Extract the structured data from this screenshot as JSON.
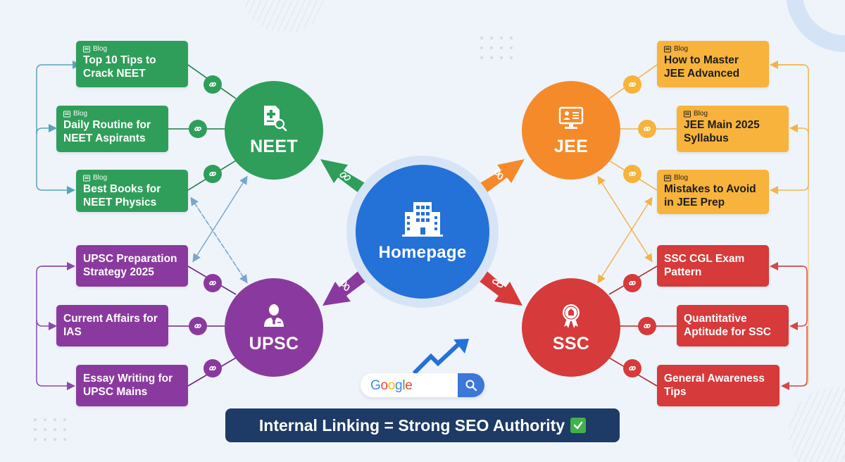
{
  "center": {
    "label": "Homepage",
    "icon": "building-icon",
    "color": "#2471d8"
  },
  "hubs": [
    {
      "key": "neet",
      "label": "NEET",
      "icon": "medical-document-search-icon",
      "color": "#2f9e5a"
    },
    {
      "key": "jee",
      "label": "JEE",
      "icon": "monitor-profile-icon",
      "color": "#f58a2a"
    },
    {
      "key": "upsc",
      "label": "UPSC",
      "icon": "officer-person-icon",
      "color": "#8a3a9e"
    },
    {
      "key": "ssc",
      "label": "SSC",
      "icon": "emblem-badge-icon",
      "color": "#d63a3a"
    }
  ],
  "posts": {
    "neet": [
      {
        "tag": "Blog",
        "title": "Top 10 Tips to Crack NEET"
      },
      {
        "tag": "Blog",
        "title": "Daily Routine for NEET Aspirants"
      },
      {
        "tag": "Blog",
        "title": "Best Books for NEET Physics"
      }
    ],
    "jee": [
      {
        "tag": "Blog",
        "title": "How to Master JEE Advanced"
      },
      {
        "tag": "Blog",
        "title": "JEE Main 2025 Syllabus"
      },
      {
        "tag": "Blog",
        "title": "Mistakes to Avoid in JEE Prep"
      }
    ],
    "upsc": [
      {
        "title": "UPSC Preparation Strategy 2025"
      },
      {
        "title": "Current Affairs for IAS"
      },
      {
        "title": "Essay Writing for UPSC Mains"
      }
    ],
    "ssc": [
      {
        "title": "SSC CGL Exam Pattern"
      },
      {
        "title": "Quantitative Aptitude for SSC"
      },
      {
        "title": "General Awareness Tips"
      }
    ]
  },
  "search": {
    "brand": "Google",
    "icon": "search-icon"
  },
  "banner": {
    "text": "Internal Linking = Strong SEO Authority",
    "icon": "check-mark-icon"
  },
  "colors": {
    "background": "#eff4fb",
    "neet": "#2f9e5a",
    "jee_hub": "#f58a2a",
    "jee_card": "#f7b33b",
    "upsc": "#8a3a9e",
    "ssc": "#d63a3a",
    "homepage": "#2471d8",
    "banner": "#1e3a66"
  }
}
